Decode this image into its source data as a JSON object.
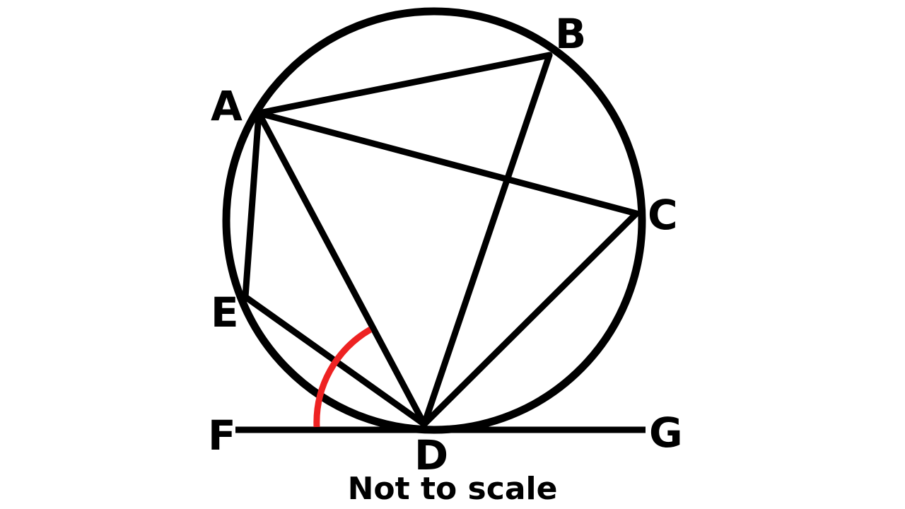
{
  "diagram": {
    "points": {
      "A": "A",
      "B": "B",
      "C": "C",
      "D": "D",
      "E": "E",
      "F": "F",
      "G": "G"
    },
    "caption": "Not to scale",
    "colors": {
      "stroke": "#000000",
      "angle_marker": "#ee2222",
      "background": "#ffffff"
    }
  }
}
